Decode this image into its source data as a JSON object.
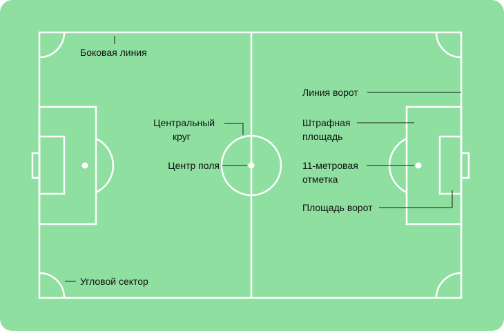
{
  "colors": {
    "field": "#8fdfa0",
    "lines": "#ffffff",
    "leader": "#1a1a1a",
    "text": "#111111"
  },
  "labels": {
    "touchline": "Боковая линия",
    "corner_arc": "Угловой сектор",
    "center_circle": [
      "Центральный",
      "круг"
    ],
    "center_spot": "Центр поля",
    "goal_line": "Линия ворот",
    "penalty_area": [
      "Штрафная",
      "площадь"
    ],
    "penalty_mark": [
      "11-метровая",
      "отметка"
    ],
    "goal_area": "Площадь ворот"
  }
}
